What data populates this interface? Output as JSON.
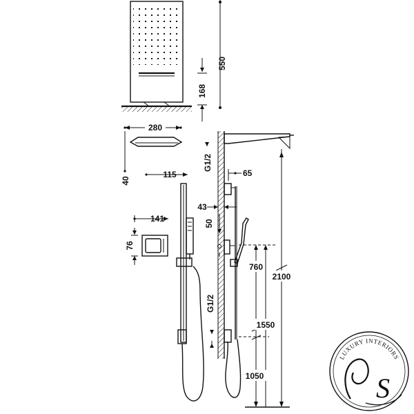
{
  "dimensions": {
    "d550": "550",
    "d168": "168",
    "d280": "280",
    "d40": "40",
    "g12_top": "G1/2",
    "d115": "115",
    "d65": "65",
    "d43": "43",
    "d50": "50",
    "d141": "141",
    "d76": "76",
    "d760": "760",
    "d2100": "2100",
    "g12_bottom": "G1/2",
    "d1550": "1550",
    "d1050": "1050"
  },
  "logo": {
    "text": "LUXURY INTERIORS",
    "monogram": "S"
  },
  "colors": {
    "line": "#111111",
    "background": "#ffffff"
  }
}
